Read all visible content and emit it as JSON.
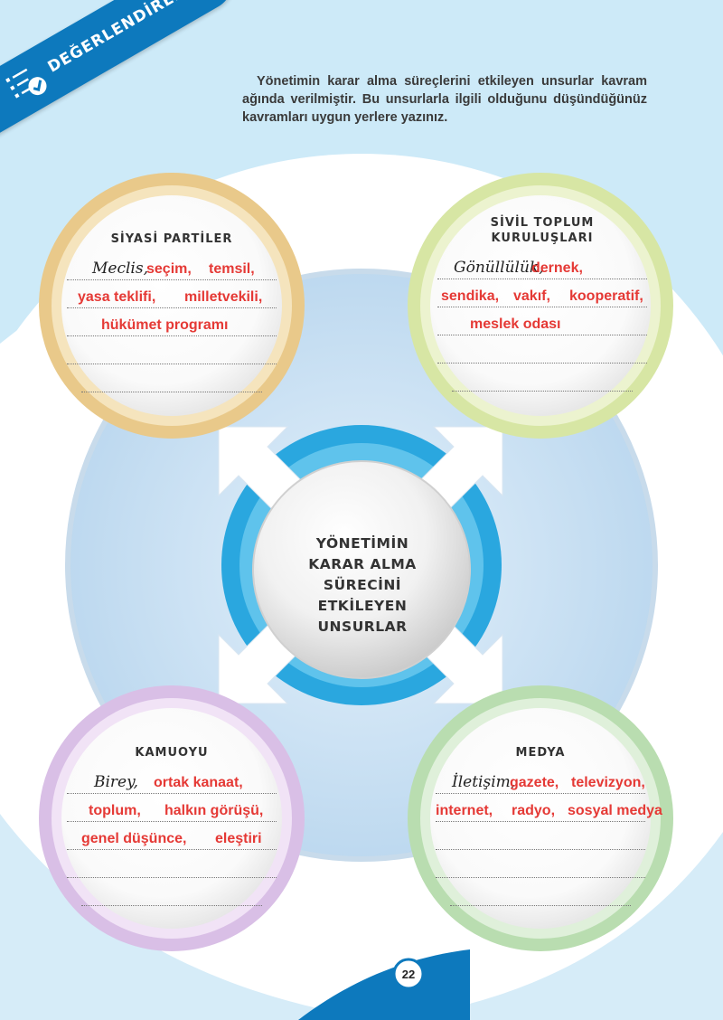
{
  "badge": {
    "label": "DEĞERLENDİRELİM",
    "icon": "checklist-icon"
  },
  "instruction": "Yönetimin karar alma süreçlerini etkileyen unsurlar kavram ağında verilmiştir. Bu unsurlarla ilgili olduğunu düşündüğünüz kavramları uygun yerlere yazınız.",
  "center": {
    "lines": [
      "YÖNETİMİN",
      "KARAR ALMA SÜRECİNİ",
      "ETKİLEYEN",
      "UNSURLAR"
    ]
  },
  "bubbles": {
    "siyasi": {
      "title": "SİYASİ PARTİLER",
      "handwritten": "Meclis,",
      "answers": [
        "seçim,",
        "temsil,",
        "yasa teklifi,",
        "milletvekili,",
        "hükümet programı"
      ]
    },
    "sivil": {
      "title": "SİVİL TOPLUM\nKURULUŞLARI",
      "handwritten": "Gönüllülük,",
      "answers": [
        "dernek,",
        "sendika,",
        "vakıf,",
        "kooperatif,",
        "meslek odası"
      ]
    },
    "kamuoyu": {
      "title": "KAMUOYU",
      "handwritten": "Birey,",
      "answers": [
        "ortak kanaat,",
        "toplum,",
        "halkın görüşü,",
        "genel düşünce,",
        "eleştiri"
      ]
    },
    "medya": {
      "title": "MEDYA",
      "handwritten": "İletişim,",
      "answers": [
        "gazete,",
        "televizyon,",
        "internet,",
        "radyo,",
        "sosyal medya"
      ]
    }
  },
  "page_number": "22",
  "colors": {
    "accent_blue": "#0d79bd",
    "answer_red": "#e53935",
    "ring_siyasi": "#e9c98a",
    "ring_sivil": "#d7e6a4",
    "ring_kamuoyu": "#d9bfe6",
    "ring_medya": "#b9ddb0"
  }
}
